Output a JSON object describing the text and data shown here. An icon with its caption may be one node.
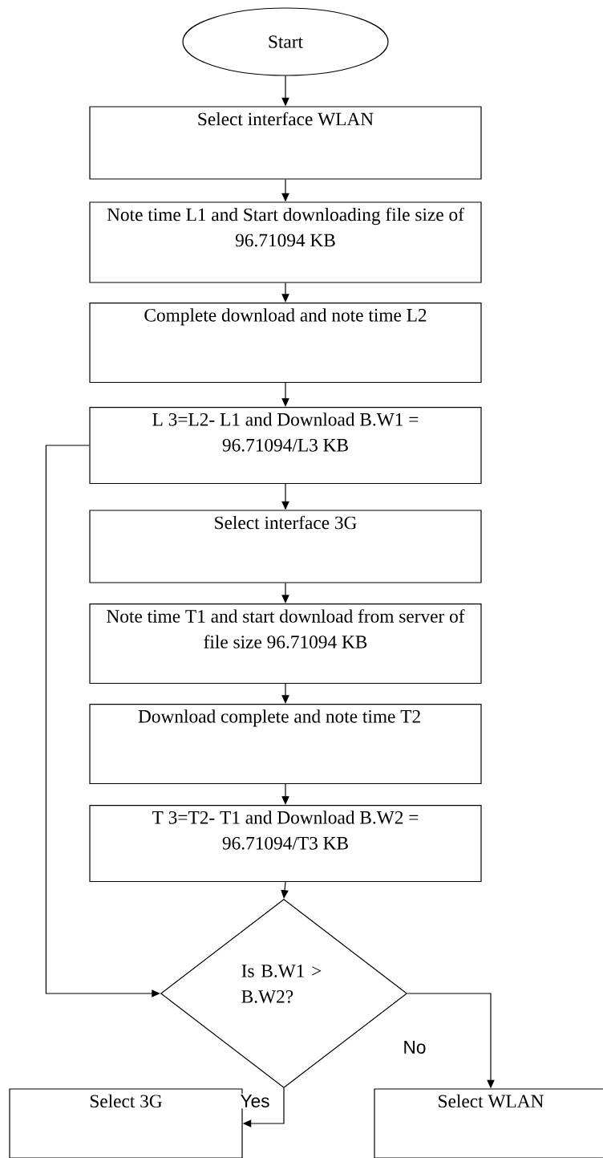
{
  "diagram": {
    "nodes": [
      {
        "text": [
          "Start"
        ]
      },
      {
        "text": [
          "Select interface WLAN"
        ]
      },
      {
        "text": [
          "Note time L1 and Start downloading file size of  96.71094 KB"
        ]
      },
      {
        "text": [
          "Complete download and note time L2"
        ]
      },
      {
        "text": [
          "L 3=L2- L1 and Download B.W1 = 96.71094/L3 KB"
        ]
      },
      {
        "text": [
          "Select interface 3G"
        ]
      },
      {
        "text": [
          "Note time T1 and start download from server of file size 96.71094 KB"
        ]
      },
      {
        "text": [
          "Download complete and note time T2"
        ]
      },
      {
        "text": [
          "T 3=T2- T1 and Download B.W2 = 96.71094/T3  KB"
        ]
      },
      {
        "text": [
          "Is B.W1 > B.W2?"
        ]
      },
      {
        "text": [
          "Select 3G"
        ]
      },
      {
        "text": [
          "Select WLAN"
        ]
      }
    ],
    "edges": [
      {
        "from": 0,
        "to": 1,
        "arrow": "to"
      },
      {
        "from": 1,
        "to": 2,
        "arrow": "to"
      },
      {
        "from": 2,
        "to": 3,
        "arrow": "to"
      },
      {
        "from": 3,
        "to": 4,
        "arrow": "to"
      },
      {
        "from": 4,
        "to": 5,
        "arrow": "to"
      },
      {
        "from": 5,
        "to": 6,
        "arrow": "to"
      },
      {
        "from": 6,
        "to": 7,
        "arrow": "to"
      },
      {
        "from": 7,
        "to": 8,
        "arrow": "to"
      },
      {
        "from": 8,
        "to": 9,
        "arrow": "to"
      },
      {
        "from": 4,
        "to": 9,
        "arrow": "to"
      },
      {
        "from": 9,
        "to": 10,
        "arrow": "to",
        "label": "Yes"
      },
      {
        "from": 9,
        "to": 11,
        "arrow": "to",
        "label": "No"
      }
    ]
  }
}
